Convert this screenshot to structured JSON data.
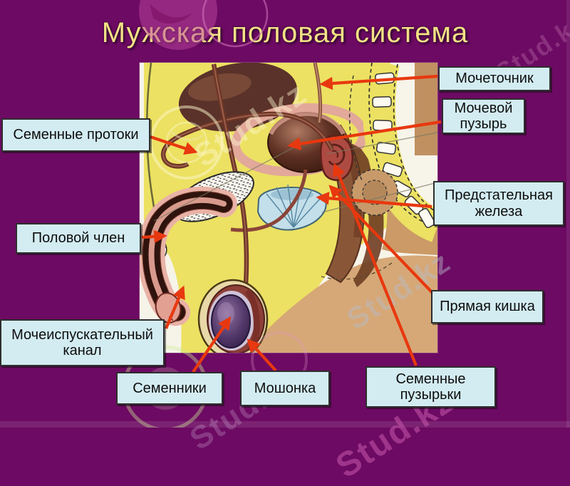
{
  "slide": {
    "title": "Мужская половая система",
    "watermark_text": "Stud.kz",
    "background_color": "#6d0a63",
    "title_color": "#f3e286",
    "label_box_color": "#d3ecf1",
    "label_border_color": "#2e2e2e",
    "arrow_color": "#e8380f"
  },
  "labels": {
    "ureter": "Мочеточник",
    "bladder": "Мочевой пузырь",
    "seminal_ducts": "Семенные протоки",
    "prostate": "Предстательная железа",
    "penis": "Половой член",
    "rectum": "Прямая кишка",
    "urethra": "Мочеиспускательный канал",
    "testes": "Семенники",
    "scrotum": "Мошонка",
    "seminal_vesicles": "Семенные пузырьки"
  }
}
